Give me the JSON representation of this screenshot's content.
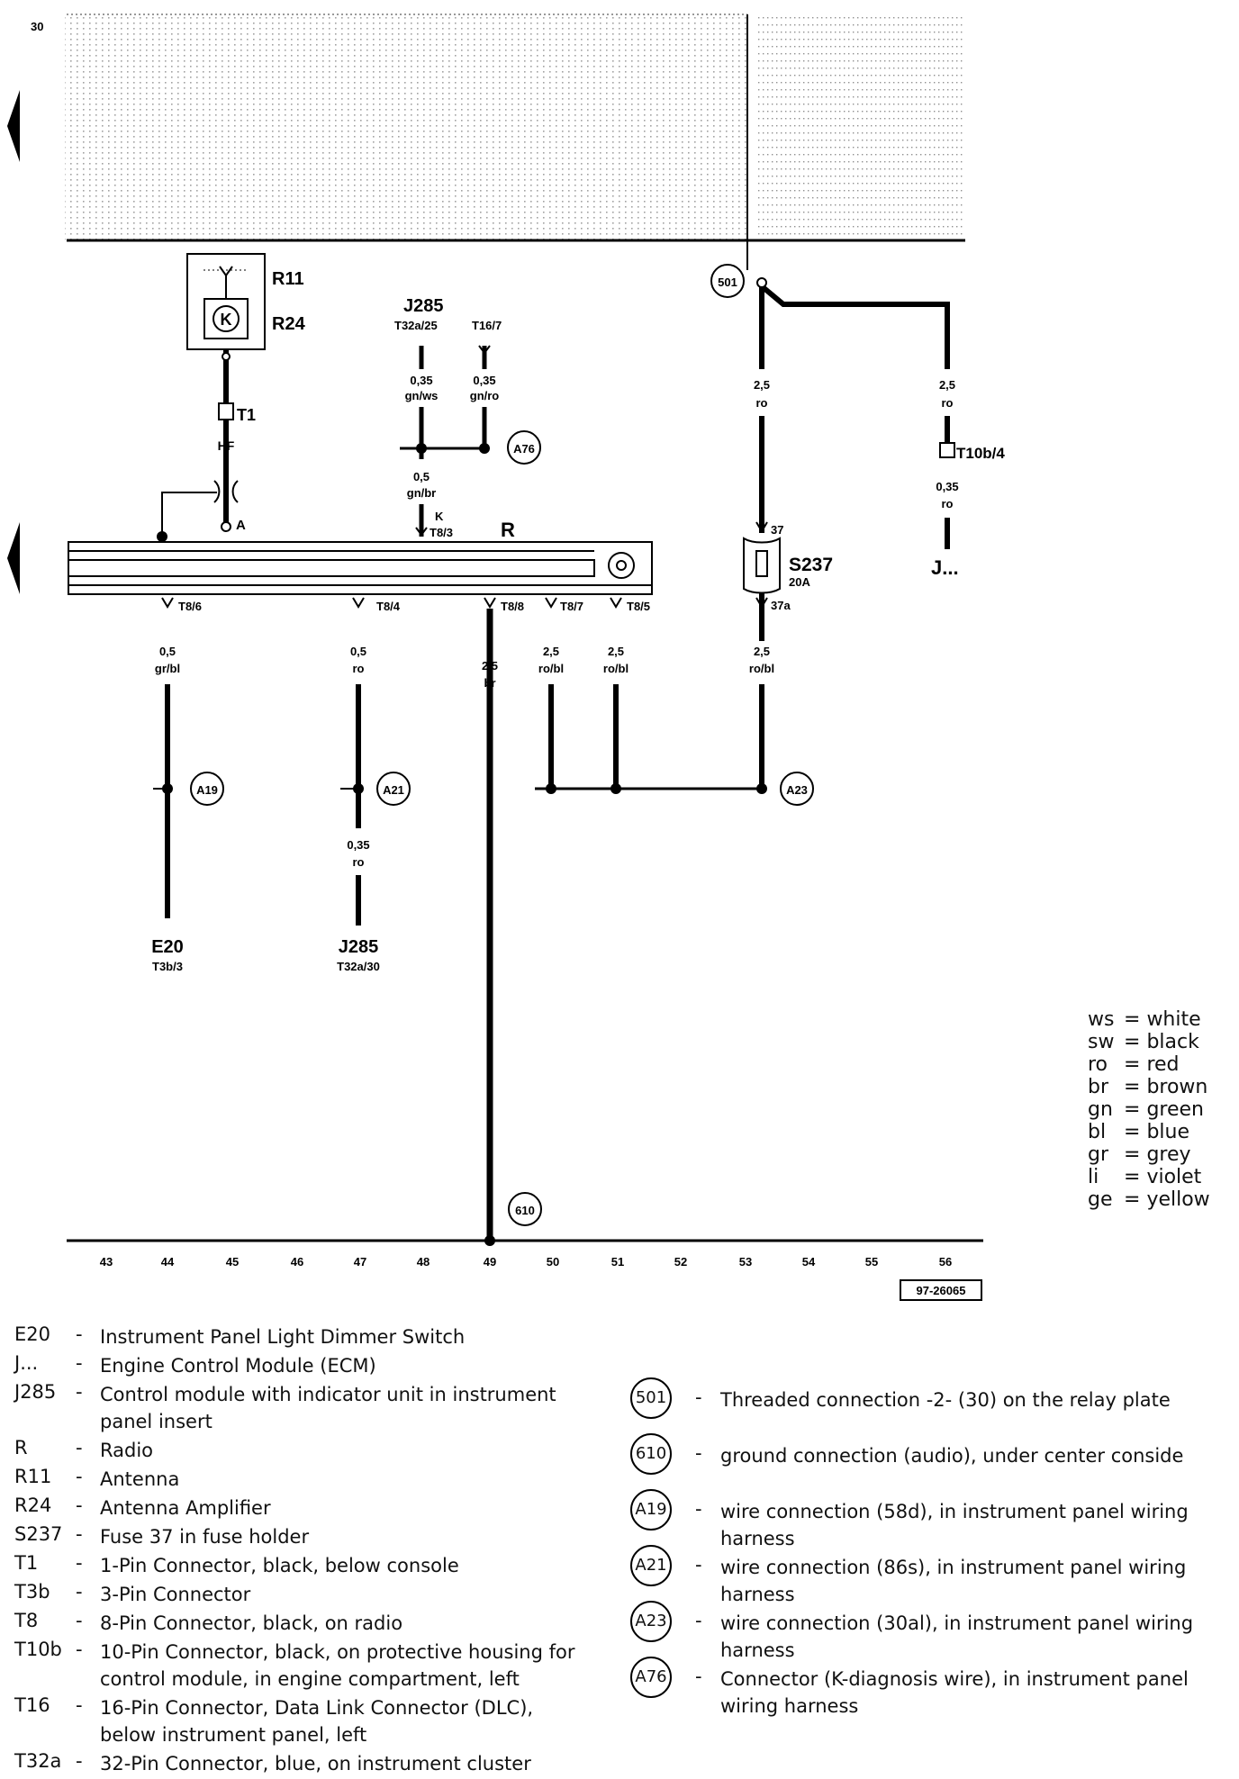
{
  "page_number": "30",
  "drawing_number": "97-26065",
  "components": {
    "R11": "R11",
    "R24": "R24",
    "T1": "T1",
    "HF": "HF",
    "A_pin": "A",
    "J285_top": "J285",
    "J285_top_pin": "T32a/25",
    "T16_pin": "T16/7",
    "K_pin": "K",
    "T8_3": "T8/3",
    "R": "R",
    "S237": "S237",
    "S237_rating": "20A",
    "pin_37": "37",
    "pin_37a": "37a",
    "T10b": "T10b/4",
    "J_dots": "J...",
    "E20": "E20",
    "E20_pin": "T3b/3",
    "J285_bottom": "J285",
    "J285_bottom_pin": "T32a/30"
  },
  "wires": {
    "w1_size": "0,35",
    "w1_color": "gn/ws",
    "w2_size": "0,35",
    "w2_color": "gn/ro",
    "w3_size": "0,5",
    "w3_color": "gn/br",
    "w4_size": "2,5",
    "w4_color": "ro",
    "w5_size": "2,5",
    "w5_color": "ro",
    "w6_size": "0,35",
    "w6_color": "ro",
    "w7_size": "0,5",
    "w7_color": "gr/bl",
    "w8_size": "0,5",
    "w8_color": "ro",
    "w9_size": "2,5",
    "w9_color": "br",
    "w10_size": "2,5",
    "w10_color": "ro/bl",
    "w11_size": "2,5",
    "w11_color": "ro/bl",
    "w12_size": "2,5",
    "w12_color": "ro/bl",
    "w13_size": "0,35",
    "w13_color": "ro"
  },
  "t8_pins": [
    "T8/6",
    "T8/4",
    "T8/8",
    "T8/7",
    "T8/5"
  ],
  "connection_circles": [
    "501",
    "A76",
    "A19",
    "A21",
    "A23",
    "610"
  ],
  "track_numbers": [
    "43",
    "44",
    "45",
    "46",
    "47",
    "48",
    "49",
    "50",
    "51",
    "52",
    "53",
    "54",
    "55",
    "56"
  ],
  "color_key": [
    {
      "abbr": "ws",
      "name": "white"
    },
    {
      "abbr": "sw",
      "name": "black"
    },
    {
      "abbr": "ro",
      "name": "red"
    },
    {
      "abbr": "br",
      "name": "brown"
    },
    {
      "abbr": "gn",
      "name": "green"
    },
    {
      "abbr": "bl",
      "name": "blue"
    },
    {
      "abbr": "gr",
      "name": "grey"
    },
    {
      "abbr": "li",
      "name": "violet"
    },
    {
      "abbr": "ge",
      "name": "yellow"
    }
  ],
  "legend": [
    {
      "code": "E20",
      "desc": "Instrument Panel Light Dimmer Switch"
    },
    {
      "code": "J...",
      "desc": "Engine Control Module (ECM)"
    },
    {
      "code": "J285",
      "desc": "Control module with indicator unit in instrument panel insert"
    },
    {
      "code": "R",
      "desc": "Radio"
    },
    {
      "code": "R11",
      "desc": "Antenna"
    },
    {
      "code": "R24",
      "desc": "Antenna Amplifier"
    },
    {
      "code": "S237",
      "desc": "Fuse 37 in fuse holder"
    },
    {
      "code": "T1",
      "desc": "1-Pin Connector, black, below console"
    },
    {
      "code": "T3b",
      "desc": "3-Pin Connector"
    },
    {
      "code": "T8",
      "desc": "8-Pin Connector, black, on radio"
    },
    {
      "code": "T10b",
      "desc": "10-Pin Connector, black, on protective housing for control module, in engine compartment, left"
    },
    {
      "code": "T16",
      "desc": "16-Pin Connector, Data Link Connector (DLC), below instrument panel, left"
    },
    {
      "code": "T32a",
      "desc": "32-Pin Connector, blue, on instrument cluster"
    }
  ],
  "connections_legend": [
    {
      "id": "501",
      "desc": "Threaded connection -2- (30) on the relay plate"
    },
    {
      "id": "610",
      "desc": "ground connection (audio), under center conside"
    },
    {
      "id": "A19",
      "desc": "wire connection (58d), in instrument panel wiring harness"
    },
    {
      "id": "A21",
      "desc": "wire connection (86s), in instrument panel wiring harness"
    },
    {
      "id": "A23",
      "desc": "wire connection (30al), in instrument panel wiring harness"
    },
    {
      "id": "A76",
      "desc": "Connector (K-diagnosis wire), in instrument panel wiring harness"
    }
  ]
}
